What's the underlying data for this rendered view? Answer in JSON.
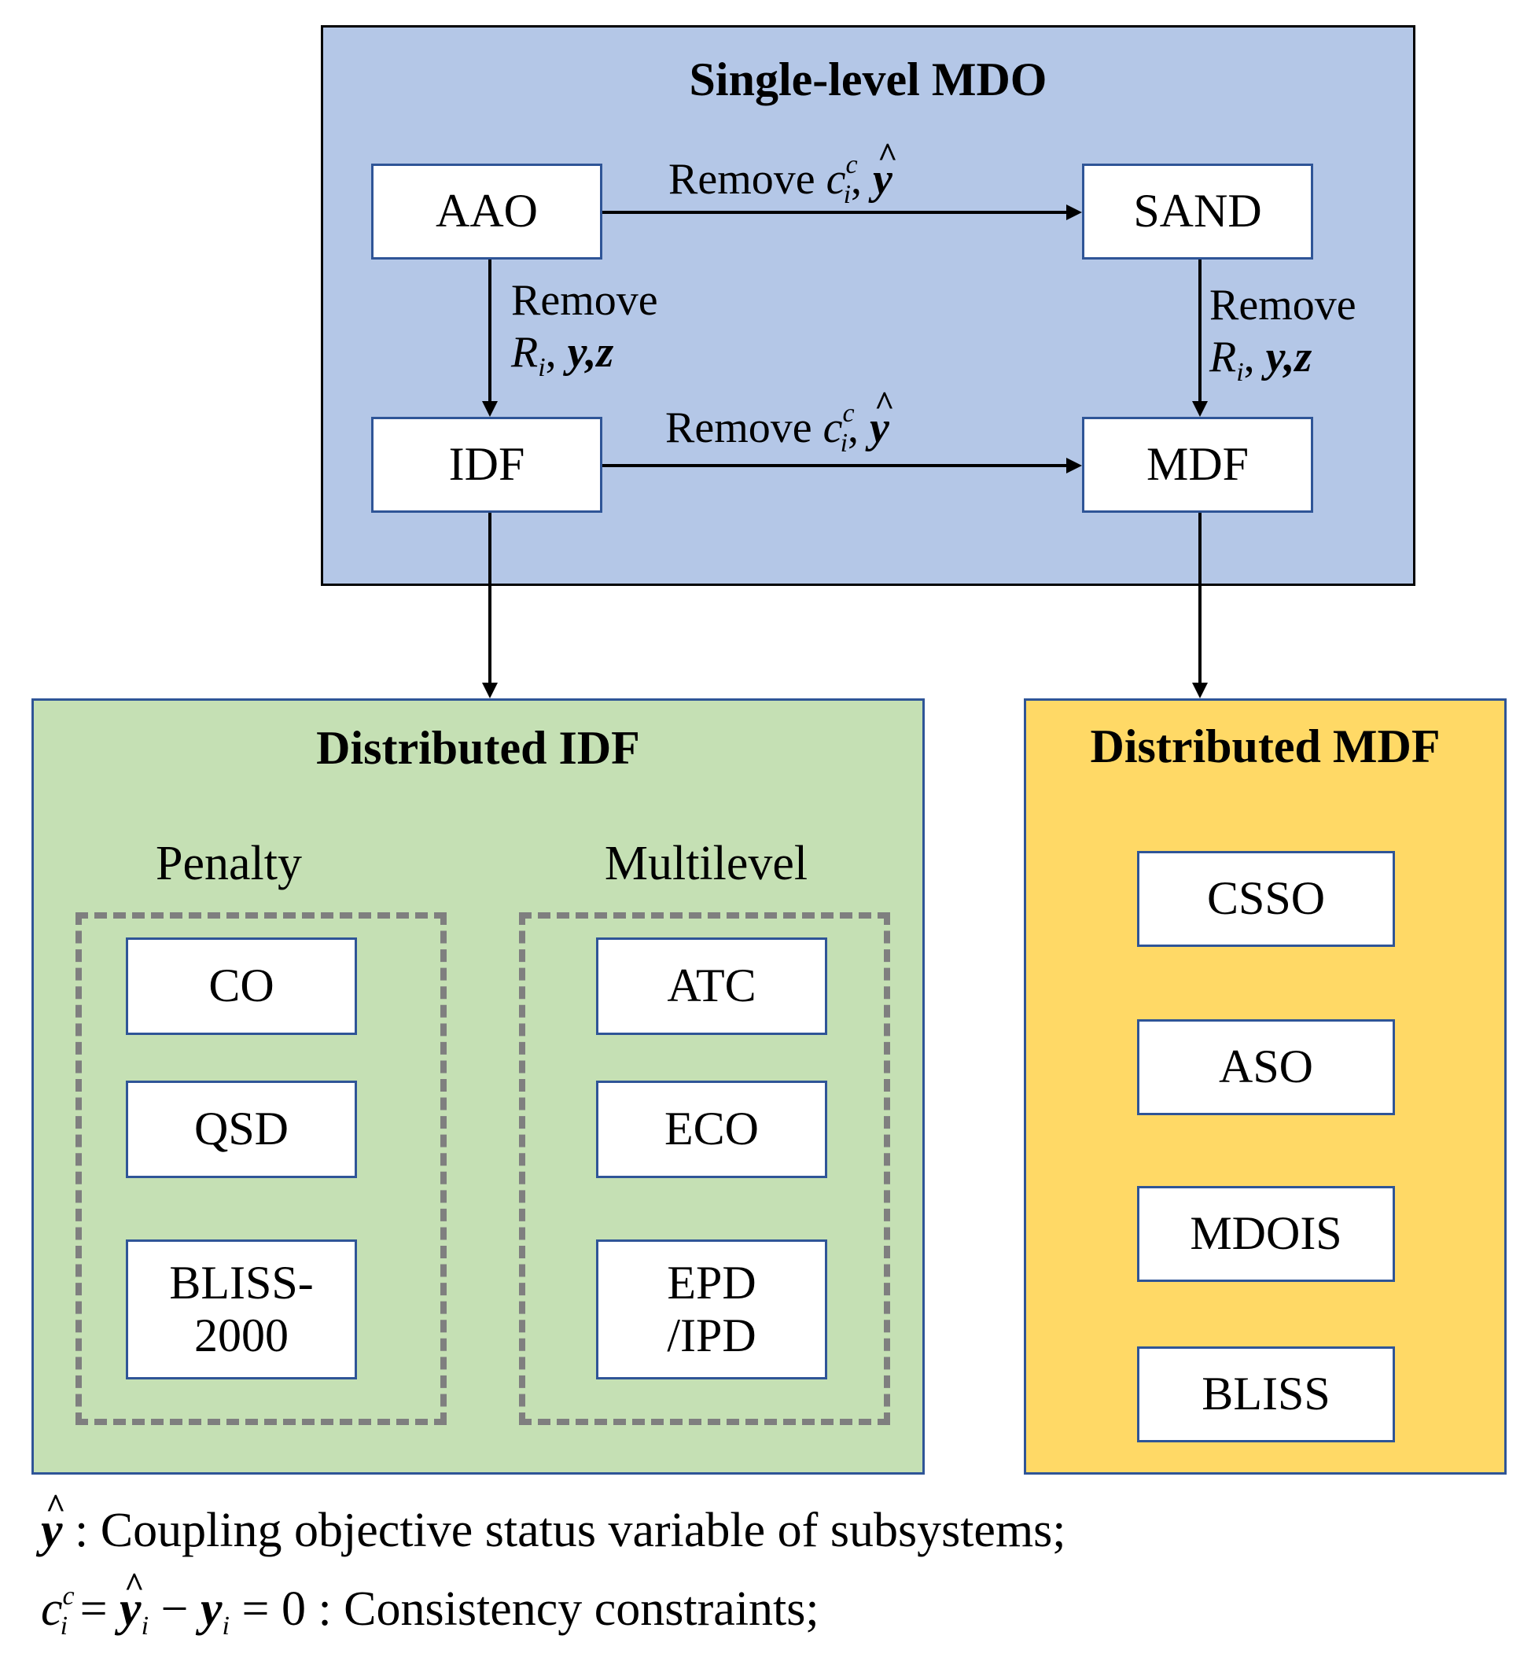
{
  "single_level": {
    "title": "Single-level MDO",
    "nodes": {
      "aao": "AAO",
      "sand": "SAND",
      "idf": "IDF",
      "mdf": "MDF"
    },
    "edges": {
      "aao_sand": "Remove",
      "idf_mdf": "Remove",
      "aao_idf": "Remove",
      "sand_mdf": "Remove"
    }
  },
  "distributed_idf": {
    "title": "Distributed IDF",
    "penalty": {
      "label": "Penalty",
      "items": [
        "CO",
        "QSD",
        "BLISS-\n2000"
      ]
    },
    "multilevel": {
      "label": "Multilevel",
      "items": [
        "ATC",
        "ECO",
        "EPD\n/IPD"
      ]
    }
  },
  "distributed_mdf": {
    "title": "Distributed MDF",
    "items": [
      "CSSO",
      "ASO",
      "MDOIS",
      "BLISS"
    ]
  },
  "symbols": {
    "c": "c",
    "c_sup": "c",
    "i_sub": "i",
    "y": "y",
    "R": "R",
    "z": "z",
    "comma": ",",
    "equals": "=",
    "minus": "−",
    "zero": "0"
  },
  "legend": {
    "line1_text": ": Coupling objective status variable of subsystems;",
    "line2_text": ": Consistency constraints;"
  },
  "colors": {
    "single_level_bg": "#b4c7e7",
    "distributed_idf_bg": "#c5e0b4",
    "distributed_mdf_bg": "#ffd966",
    "box_border": "#2f5597",
    "dash_border": "#7f7f7f"
  }
}
